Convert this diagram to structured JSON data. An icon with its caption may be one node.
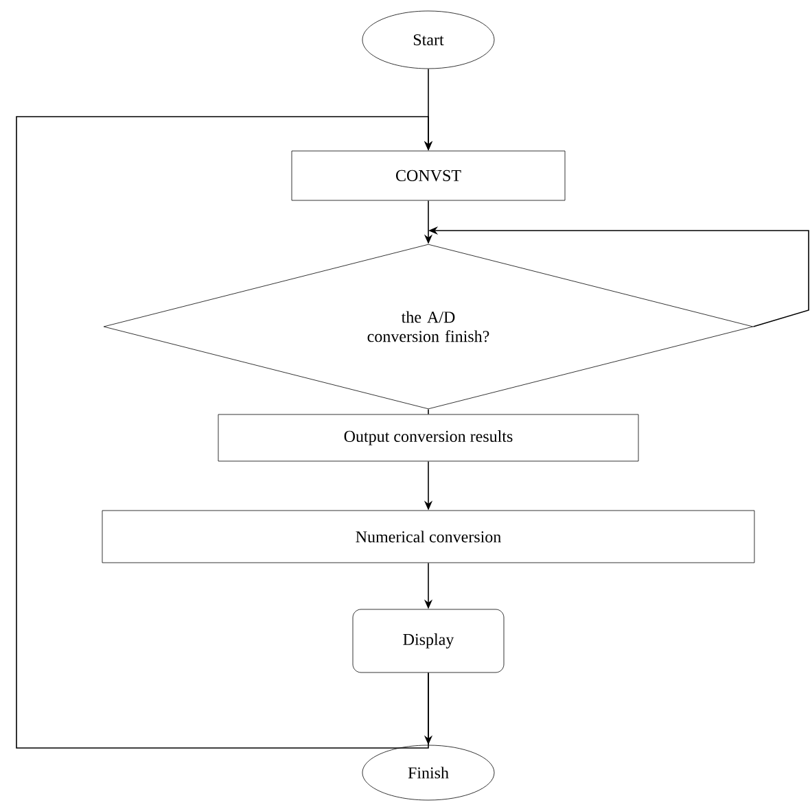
{
  "diagram": {
    "nodes": [
      {
        "text": [
          "Start"
        ]
      },
      {
        "text": [
          "CONVST"
        ]
      },
      {
        "text": [
          "the A/D conversion finish?"
        ]
      },
      {
        "text": [
          "Output conversion results"
        ]
      },
      {
        "text": [
          "Numerical conversion"
        ]
      },
      {
        "text": [
          "Display"
        ]
      },
      {
        "text": [
          "Finish"
        ]
      }
    ],
    "edges": [
      {
        "from": 0,
        "to": 1,
        "arrow": "to"
      },
      {
        "from": 1,
        "to": 2,
        "arrow": "to"
      },
      {
        "from": 2,
        "to": 2,
        "arrow": "to"
      },
      {
        "from": 2,
        "to": 3,
        "arrow": "none"
      },
      {
        "from": 3,
        "to": 4,
        "arrow": "to"
      },
      {
        "from": 4,
        "to": 5,
        "arrow": "to"
      },
      {
        "from": 5,
        "to": 6,
        "arrow": "to"
      },
      {
        "from": 5,
        "to": 1,
        "arrow": "to"
      }
    ]
  }
}
